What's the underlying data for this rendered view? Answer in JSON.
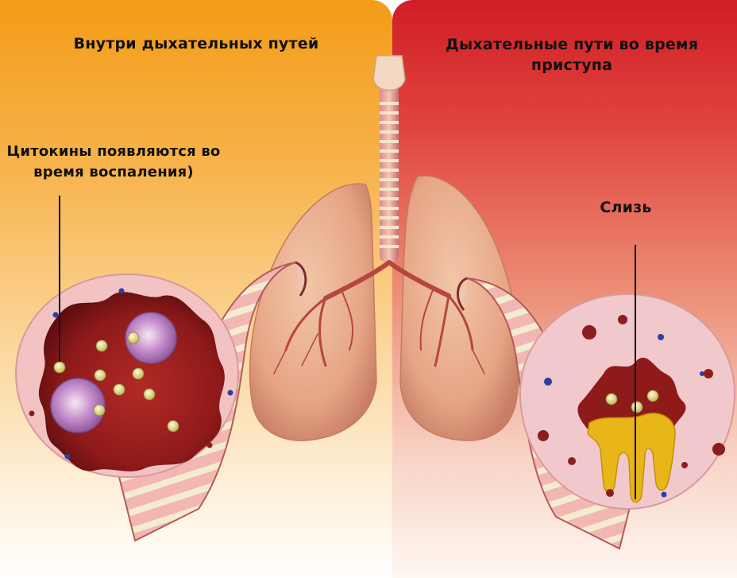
{
  "labels": {
    "left_title": "Внутри дыхательных путей",
    "right_title": "Дыхательные пути во время приступа",
    "cytokines": "Цитокины появляются во время воспаления)",
    "mucus": "Слизь"
  },
  "colors": {
    "left_bg_top": "#f39c16",
    "right_bg_top": "#d11d26",
    "airway_wall": "#f3c2c3",
    "inflamed_lumen": "#8e1a1a",
    "mucus": "#e8b619",
    "lung": "#e9ab8d"
  }
}
